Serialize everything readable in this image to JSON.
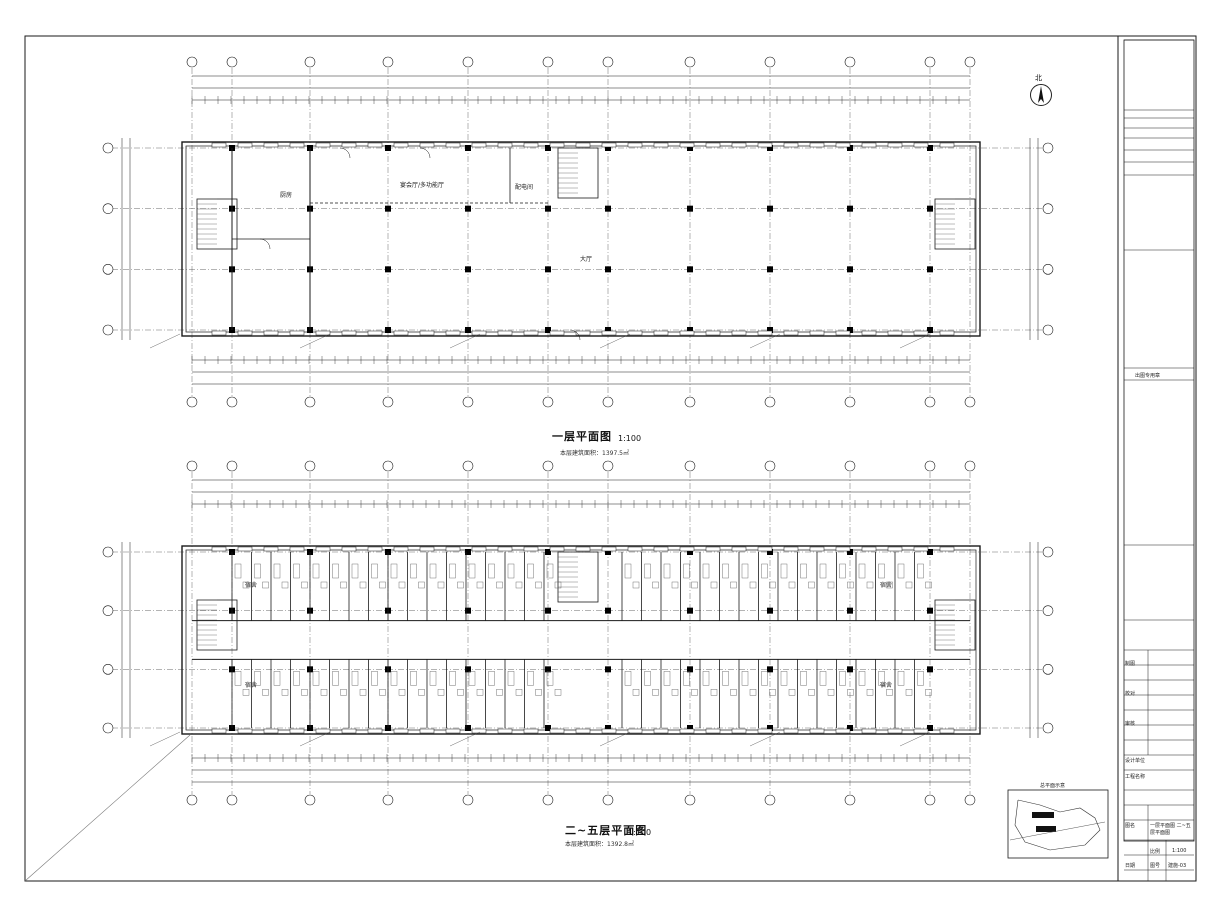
{
  "plans": [
    {
      "title": "一层平面图",
      "scale": "1:100",
      "area_note": "本层建筑面积：1397.5㎡",
      "rooms": [
        "宴会厅/多功能厅",
        "大厅",
        "配电间",
        "厨房"
      ]
    },
    {
      "title": "二~五层平面图",
      "scale": "1:100",
      "area_note": "本层建筑面积：1392.8㎡",
      "rooms": [
        "宿舍",
        "宿舍",
        "宿舍",
        "宿舍"
      ]
    }
  ],
  "north_arrow": "北",
  "key_plan_label": "总平面示意",
  "title_block": {
    "project_label": "工程名称",
    "drawing_label": "图名",
    "drawing_name": "一层平面图 二~五层平面图",
    "scale_label": "比例",
    "scale_value": "1:100",
    "sheet_label": "图号",
    "sheet_value": "建施-03",
    "stamp_label": "出图专用章",
    "design_unit": "设计单位",
    "date_label": "日期",
    "drawn_by": "制图",
    "checked_by": "校对",
    "approved_by": "审核"
  },
  "colors": {
    "line": "#1a1a1a",
    "hatch": "#555555",
    "column": "#000000"
  }
}
